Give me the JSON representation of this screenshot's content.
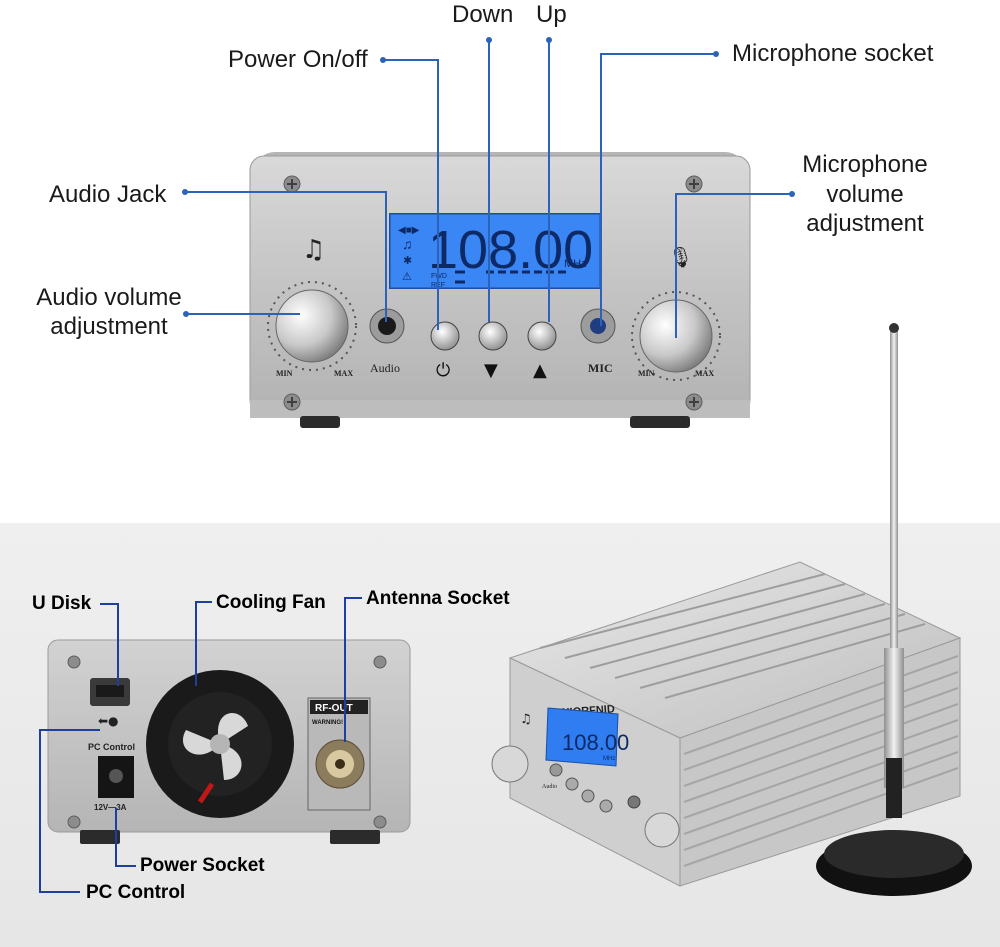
{
  "colors": {
    "callout_line": "#2a63b8",
    "callout_line_bottom": "#1e3f9e",
    "lcd_background": "#2f7df0",
    "chassis": "#c9c9c9"
  },
  "front_panel": {
    "lcd": {
      "frequency": "108.00",
      "unit": "MHz",
      "fwd": "FWD",
      "ref": "REF"
    },
    "knob_min": "MIN",
    "knob_max": "MAX",
    "audio": "Audio",
    "mic": "MIC"
  },
  "callouts_top": {
    "down": "Down",
    "up": "Up",
    "power": "Power On/off",
    "mic_socket": "Microphone socket",
    "audio_jack": "Audio Jack",
    "mic_volume_line1": "Microphone",
    "mic_volume_line2": "volume",
    "mic_volume_line3": "adjustment",
    "audio_volume_line1": "Audio volume",
    "audio_volume_line2": "adjustment"
  },
  "rear_panel": {
    "pc_control": "PC Control",
    "power_rating": "12V—3A",
    "rf_out": "RF-OUT",
    "warning": "WARNING!"
  },
  "callouts_bottom": {
    "u_disk": "U Disk",
    "cooling_fan": "Cooling Fan",
    "antenna_socket": "Antenna Socket",
    "power_socket": "Power Socket",
    "pc_control": "PC Control"
  },
  "product_photo": {
    "brand": "NIORFNID",
    "frequency": "108.00",
    "unit": "MHz",
    "audio": "Audio"
  }
}
